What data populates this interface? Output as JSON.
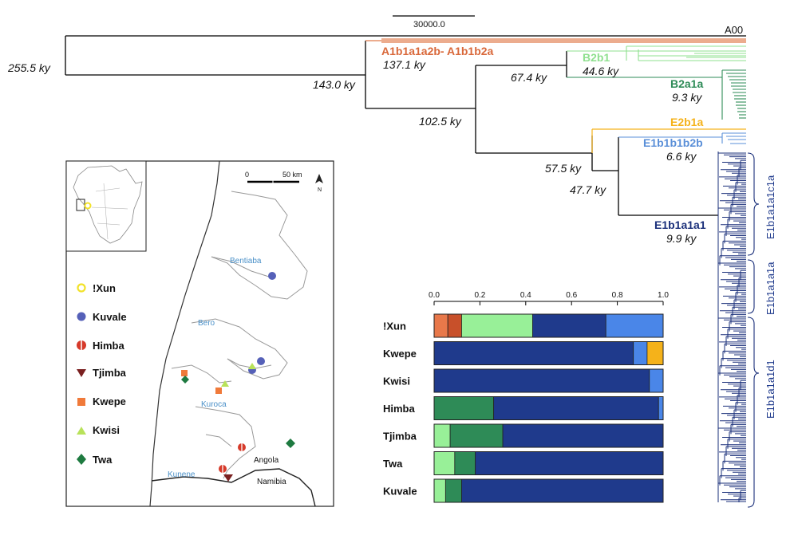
{
  "tree": {
    "scale_bar_label": "30000.0",
    "root_label": "A00",
    "root_age": "255.5 ky",
    "nodes": {
      "n143": "143.0 ky",
      "n102": "102.5 ky",
      "n67": "67.4 ky",
      "n57": "57.5 ky",
      "n47": "47.7 ky"
    },
    "clades": [
      {
        "key": "A1",
        "name": "A1b1a1a2b- A1b1b2a",
        "age": "137.1 ky",
        "color": "#e07a4a"
      },
      {
        "key": "B2b1",
        "name": "B2b1",
        "age": "44.6 ky",
        "color": "#8fe08f"
      },
      {
        "key": "B2a1a",
        "name": "B2a1a",
        "age": "9.3 ky",
        "color": "#2e8b57"
      },
      {
        "key": "E2b1a",
        "name": "E2b1a",
        "age": "",
        "color": "#f5b21a"
      },
      {
        "key": "E1b1b1b2b",
        "name": "E1b1b1b2b",
        "age": "6.6 ky",
        "color": "#5a8fd8"
      },
      {
        "key": "E1b1a1a1",
        "name": "E1b1a1a1",
        "age": "9.9 ky",
        "color": "#1a2f7a"
      }
    ],
    "bracket_labels": [
      "E1b1a1a1c1a",
      "E1b1a1a1a",
      "E1b1a1a1d1"
    ]
  },
  "map": {
    "scale_zero": "0",
    "scale_label": "50 km",
    "north": "N",
    "places": [
      "Bentiaba",
      "Bero",
      "Kuroca",
      "Kunene"
    ],
    "countries": [
      "Angola",
      "Namibia"
    ],
    "legend": [
      {
        "label": "!Xun",
        "symbol": "ring",
        "color": "#f2e22a"
      },
      {
        "label": "Kuvale",
        "symbol": "circle",
        "color": "#5560b8"
      },
      {
        "label": "Himba",
        "symbol": "split",
        "color": "#d63a2a"
      },
      {
        "label": "Tjimba",
        "symbol": "triangle-down",
        "color": "#7a2020"
      },
      {
        "label": "Kwepe",
        "symbol": "square",
        "color": "#f07a3a"
      },
      {
        "label": "Kwisi",
        "symbol": "triangle-up",
        "color": "#b8e25a"
      },
      {
        "label": "Twa",
        "symbol": "diamond",
        "color": "#1e7a40"
      }
    ]
  },
  "chart_data": {
    "type": "bar",
    "orientation": "horizontal-stacked",
    "xlim": [
      0,
      1
    ],
    "xticks": [
      "0.0",
      "0.2",
      "0.4",
      "0.6",
      "0.8",
      "1.0"
    ],
    "categories": [
      "!Xun",
      "Kwepe",
      "Kwisi",
      "Himba",
      "Tjimba",
      "Twa",
      "Kuvale"
    ],
    "series": [
      {
        "key": "A1",
        "color": "#e8784a",
        "values": [
          0.06,
          0,
          0,
          0,
          0,
          0,
          0
        ]
      },
      {
        "key": "A1b",
        "color": "#c8502a",
        "values": [
          0.06,
          0,
          0,
          0,
          0,
          0,
          0
        ]
      },
      {
        "key": "B2b1",
        "color": "#98f098",
        "values": [
          0.31,
          0,
          0,
          0,
          0.07,
          0.09,
          0.05
        ]
      },
      {
        "key": "B2a1a",
        "color": "#2e8b57",
        "values": [
          0,
          0,
          0,
          0.26,
          0.23,
          0.09,
          0.07
        ]
      },
      {
        "key": "E1b1a1a1",
        "color": "#1f3a8c",
        "values": [
          0.32,
          0.87,
          0.94,
          0.72,
          0.7,
          0.82,
          0.88
        ]
      },
      {
        "key": "E1b1b1b2b",
        "color": "#4a86e8",
        "values": [
          0.25,
          0.06,
          0.06,
          0.02,
          0,
          0,
          0
        ]
      },
      {
        "key": "E2b1a",
        "color": "#f5b21a",
        "values": [
          0,
          0.07,
          0,
          0,
          0,
          0,
          0
        ]
      }
    ]
  }
}
